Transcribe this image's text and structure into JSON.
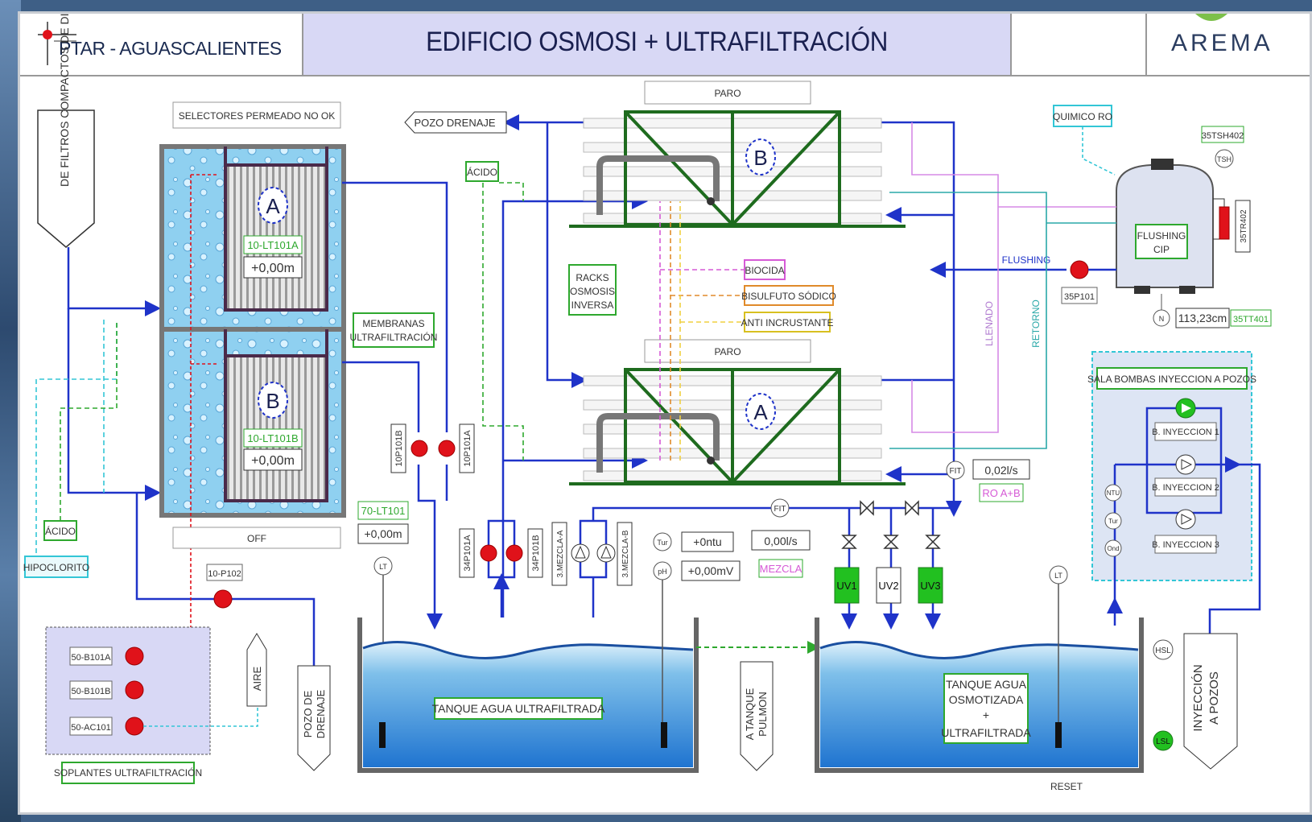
{
  "header": {
    "brand": "PTAR - AGUASCALIENTES",
    "title": "EDIFICIO OSMOSI + ULTRAFILTRACIÓN",
    "logo": "AREMA"
  },
  "left": {
    "filters": "DE FILTROS COMPACTOS DE DISCOS",
    "acido": "ÁCIDO",
    "hipoclorito": "HIPOCLORITO"
  },
  "uf": {
    "selectores": "SELECTORES PERMEADO NO OK",
    "off": "OFF",
    "tankA": "A",
    "tankB": "B",
    "levelA_tag": "10-LT101A",
    "levelA_val": "+0,00m",
    "levelB_tag": "10-LT101B",
    "levelB_val": "+0,00m",
    "membranas_1": "MEMBRANAS",
    "membranas_2": "ULTRAFILTRACIÓN",
    "pump1": "10P101B",
    "pump2": "10P101A",
    "lt70_tag": "70-LT101",
    "lt70_val": "+0,00m",
    "lt": "LT"
  },
  "blowers": {
    "b1": "50-B101A",
    "b2": "50-B101B",
    "b3": "50-AC101",
    "title": "SOPLANTES ULTRAFILTRACIÓN",
    "aire": "AIRE",
    "pozo_drenaje_1": "POZO DE",
    "pozo_drenaje_2": "DRENAJE",
    "p102": "10-P102"
  },
  "ro": {
    "pozo_drenaje": "POZO DRENAJE",
    "paro_top": "PARO",
    "paro_bottom": "PARO",
    "acido": "ÁCIDO",
    "rackB": "B",
    "rackA": "A",
    "racks_1": "RACKS",
    "racks_2": "OSMOSIS",
    "racks_3": "INVERSA",
    "biocida": "BIOCIDA",
    "bisulfito": "BISULFUTO SÓDICO",
    "anti": "ANTI INCRUSTANTE",
    "p34a": "34P101A",
    "p34b": "34P101B",
    "mez_a": "3.MEZCLA-A",
    "mez_b": "3.MEZCLA-B"
  },
  "meters": {
    "fit1": "FIT",
    "fit1_val": "0,02l/s",
    "ro_ab": "RO A+B",
    "fit2": "FIT",
    "fit2_val": "0,00l/s",
    "mezcla": "MEZCLA",
    "tur": "Tur",
    "tur_val": "+0ntu",
    "ph": "pH",
    "ph_val": "+0,00mV"
  },
  "uv": {
    "uv1": "UV1",
    "uv2": "UV2",
    "uv3": "UV3"
  },
  "tanks": {
    "uf_tank": "TANQUE AGUA ULTRAFILTRADA",
    "pulmon_1": "A TANQUE",
    "pulmon_2": "PULMON",
    "ro_tank_1": "TANQUE AGUA",
    "ro_tank_2": "OSMOTIZADA",
    "ro_tank_3": "+",
    "ro_tank_4": "ULTRAFILTRADA",
    "hsl": "HSL",
    "lsl": "LSL",
    "lt": "LT",
    "reset": "RESET"
  },
  "cip": {
    "quimico": "QUIMICO RO",
    "tsh_tag": "35TSH402",
    "tsh": "TSH",
    "tr": "35TR402",
    "flushing_1": "FLUSHING",
    "flushing_2": "CIP",
    "flushing_line": "FLUSHING",
    "p101": "35P101",
    "level": "113,23cm",
    "level_tag": "35TT401",
    "n": "N",
    "llenado": "LLENADO",
    "retorno": "RETORNO"
  },
  "injection": {
    "title": "SALA BOMBAS INYECCION A POZOS",
    "b1": "B. INYECCION 1",
    "b2": "B. INYECCION 2",
    "b3": "B. INYECCION 3",
    "ntu": "NTU",
    "tur": "Tur",
    "ond": "Ond",
    "pozos_1": "INYECCIÓN",
    "pozos_2": "A POZOS"
  },
  "colors": {
    "pipe_blue": "#1f33c9",
    "frame_green": "#1e6b1e",
    "pump_red": "#e0121a",
    "uv_green": "#22c020",
    "acid_green": "#2ea82e",
    "magenta": "#d65ad6",
    "orange": "#e08a2a",
    "cyan": "#33c6d6",
    "water": "#4a9fe0"
  }
}
